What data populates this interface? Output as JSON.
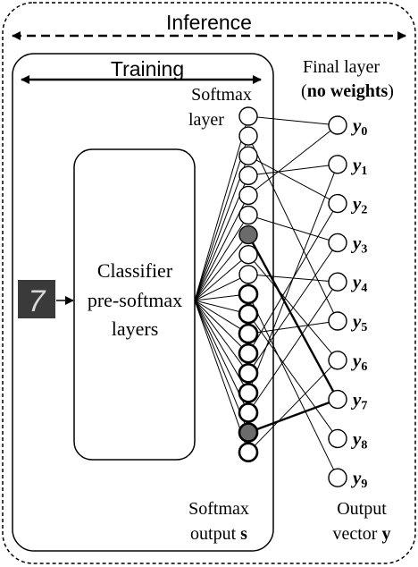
{
  "labels": {
    "inference": "Inference",
    "training": "Training",
    "final_layer_line1": "Final layer",
    "final_layer_open": "(",
    "final_layer_bold": "no weights",
    "final_layer_close": ")",
    "softmax_layer_line1": "Softmax",
    "softmax_layer_line2": "layer",
    "classifier_line1": "Classifier",
    "classifier_line2": "pre-softmax",
    "classifier_line3": "layers",
    "softmax_output_line1": "Softmax",
    "softmax_output_line2": "output ",
    "softmax_output_symbol": "s",
    "output_vector_line1": "Output",
    "output_vector_line2": "vector ",
    "output_vector_symbol": "y"
  },
  "outputs": [
    {
      "symbol": "y",
      "index": "0"
    },
    {
      "symbol": "y",
      "index": "1"
    },
    {
      "symbol": "y",
      "index": "2"
    },
    {
      "symbol": "y",
      "index": "3"
    },
    {
      "symbol": "y",
      "index": "4"
    },
    {
      "symbol": "y",
      "index": "5"
    },
    {
      "symbol": "y",
      "index": "6"
    },
    {
      "symbol": "y",
      "index": "7"
    },
    {
      "symbol": "y",
      "index": "8"
    },
    {
      "symbol": "y",
      "index": "9"
    }
  ],
  "input_digit": "7",
  "softmax_node_count": 18,
  "highlighted_nodes": [
    6,
    16
  ],
  "bold_nodes": [
    9,
    10,
    11,
    12,
    13,
    14,
    15,
    16,
    17
  ],
  "connections": [
    [
      0,
      0
    ],
    [
      1,
      5
    ],
    [
      2,
      2
    ],
    [
      3,
      1
    ],
    [
      4,
      0
    ],
    [
      5,
      3
    ],
    [
      6,
      7
    ],
    [
      7,
      6
    ],
    [
      8,
      4
    ],
    [
      9,
      9
    ],
    [
      10,
      8
    ],
    [
      11,
      5
    ],
    [
      12,
      2
    ],
    [
      13,
      3
    ],
    [
      14,
      1
    ],
    [
      15,
      4
    ],
    [
      16,
      7
    ],
    [
      17,
      6
    ]
  ],
  "bold_connections": [
    6,
    16
  ],
  "colors": {
    "line": "#000000",
    "highlight_fill": "#6b6b6b",
    "digit_bg": "#3a3a3a",
    "digit_fg": "#d8d8d8"
  }
}
